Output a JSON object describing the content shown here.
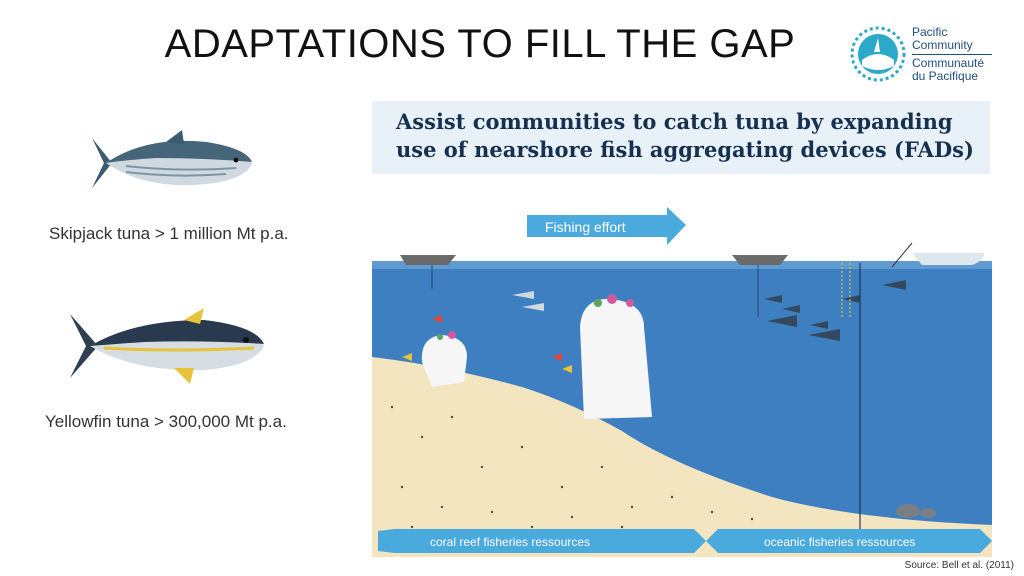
{
  "slide": {
    "title": "ADAPTATIONS TO FILL THE GAP",
    "logo": {
      "line1": "Pacific",
      "line2": "Community",
      "line3": "Communauté",
      "line4": "du Pacifique"
    },
    "callout": {
      "line1": "Assist communities to catch tuna by expanding",
      "line2": "use of nearshore fish aggregating devices (FADs)"
    },
    "skipjack_caption": "Skipjack tuna > 1 million Mt p.a.",
    "yellowfin_caption": "Yellowfin tuna > 300,000 Mt p.a.",
    "diagram": {
      "fishing_effort": "Fishing effort",
      "coral_label": "coral reef fisheries ressources",
      "oceanic_label": "oceanic fisheries ressources"
    },
    "source": "Source: Bell et al. (2011)",
    "colors": {
      "ocean": "#3e7fc2",
      "sand": "#f4e5c1",
      "arrow": "#4aa9dd",
      "title_text": "#16304f",
      "logo": "#2aa9c9"
    }
  }
}
